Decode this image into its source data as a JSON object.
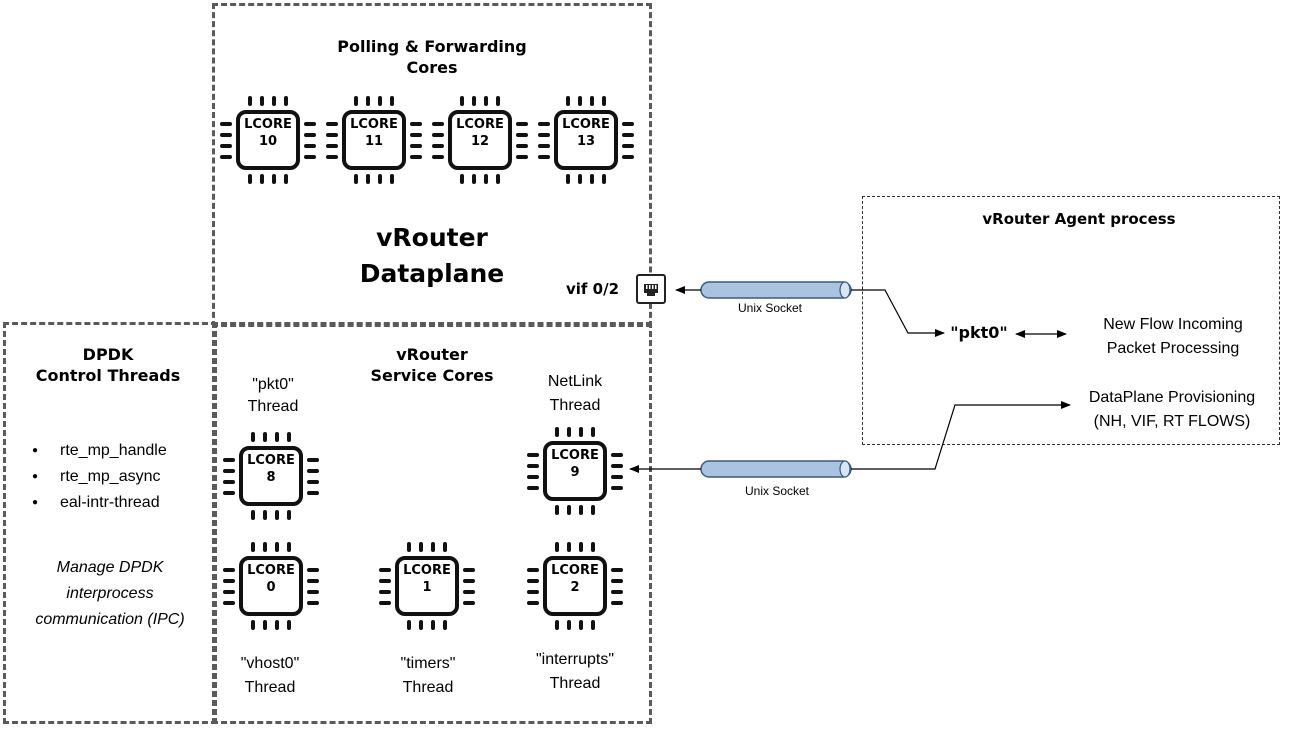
{
  "polling": {
    "title_line1": "Polling & Forwarding",
    "title_line2": "Cores",
    "dataplane_line1": "vRouter",
    "dataplane_line2": "Dataplane",
    "vif_label": "vif 0/2"
  },
  "chips": {
    "c10": {
      "line1": "LCORE",
      "line2": "10"
    },
    "c11": {
      "line1": "LCORE",
      "line2": "11"
    },
    "c12": {
      "line1": "LCORE",
      "line2": "12"
    },
    "c13": {
      "line1": "LCORE",
      "line2": "13"
    },
    "c8": {
      "line1": "LCORE",
      "line2": "8"
    },
    "c9": {
      "line1": "LCORE",
      "line2": "9"
    },
    "c0": {
      "line1": "LCORE",
      "line2": "0"
    },
    "c1": {
      "line1": "LCORE",
      "line2": "1"
    },
    "c2": {
      "line1": "LCORE",
      "line2": "2"
    }
  },
  "dpdk": {
    "title_line1": "DPDK",
    "title_line2": "Control Threads",
    "bullets": [
      "rte_mp_handle",
      "rte_mp_async",
      "eal-intr-thread"
    ],
    "note_line1": "Manage DPDK",
    "note_line2": "interprocess",
    "note_line3": "communication (IPC)"
  },
  "service": {
    "title_line1": "vRouter",
    "title_line2": "Service Cores",
    "pkt0_thread_line1": "\"pkt0\"",
    "pkt0_thread_line2": "Thread",
    "netlink_thread_line1": "NetLink",
    "netlink_thread_line2": "Thread",
    "vhost0_line1": "\"vhost0\"",
    "vhost0_line2": "Thread",
    "timers_line1": "\"timers\"",
    "timers_line2": "Thread",
    "interrupts_line1": "\"interrupts\"",
    "interrupts_line2": "Thread"
  },
  "agent": {
    "title": "vRouter Agent process",
    "pkt0": "\"pkt0\"",
    "flow_line1": "New Flow Incoming",
    "flow_line2": "Packet Processing",
    "prov_line1": "DataPlane Provisioning",
    "prov_line2": "(NH, VIF, RT FLOWS)"
  },
  "sockets": {
    "top_label": "Unix Socket",
    "bottom_label": "Unix Socket"
  },
  "colors": {
    "socket_fill": "#a9c3e0",
    "socket_stroke": "#3a5a80",
    "border_dark": "#5a5a5a"
  }
}
